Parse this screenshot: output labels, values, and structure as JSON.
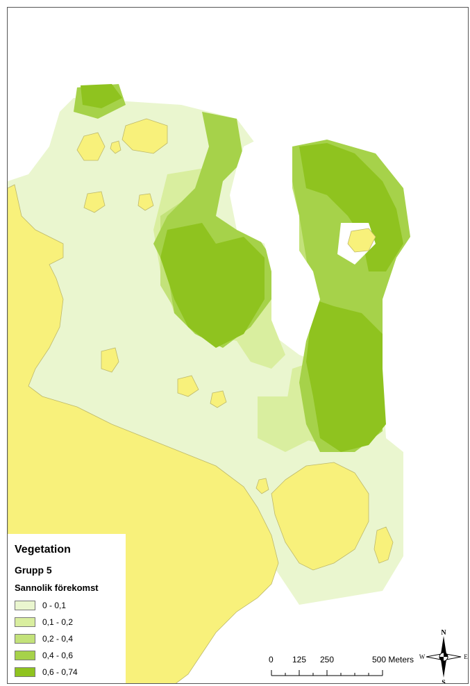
{
  "legend": {
    "title": "Vegetation",
    "subtitle": "Grupp 5",
    "field": "Sannolik förekomst",
    "classes": [
      {
        "label": "0 - 0,1",
        "color": "#eaf6cf"
      },
      {
        "label": "0,1 - 0,2",
        "color": "#d9ee9f"
      },
      {
        "label": "0,2 - 0,4",
        "color": "#c3e27a"
      },
      {
        "label": "0,4 - 0,6",
        "color": "#a6d24a"
      },
      {
        "label": "0,6 - 0,74",
        "color": "#8fc31f"
      }
    ]
  },
  "scalebar": {
    "ticks": [
      "0",
      "125",
      "250",
      "500 Meters"
    ]
  },
  "compass": {
    "n": "N",
    "s": "S",
    "e": "E",
    "w": "W"
  },
  "colors": {
    "land": "#f8f17b",
    "land_stroke": "#bdb86a",
    "frame": "#555555"
  }
}
